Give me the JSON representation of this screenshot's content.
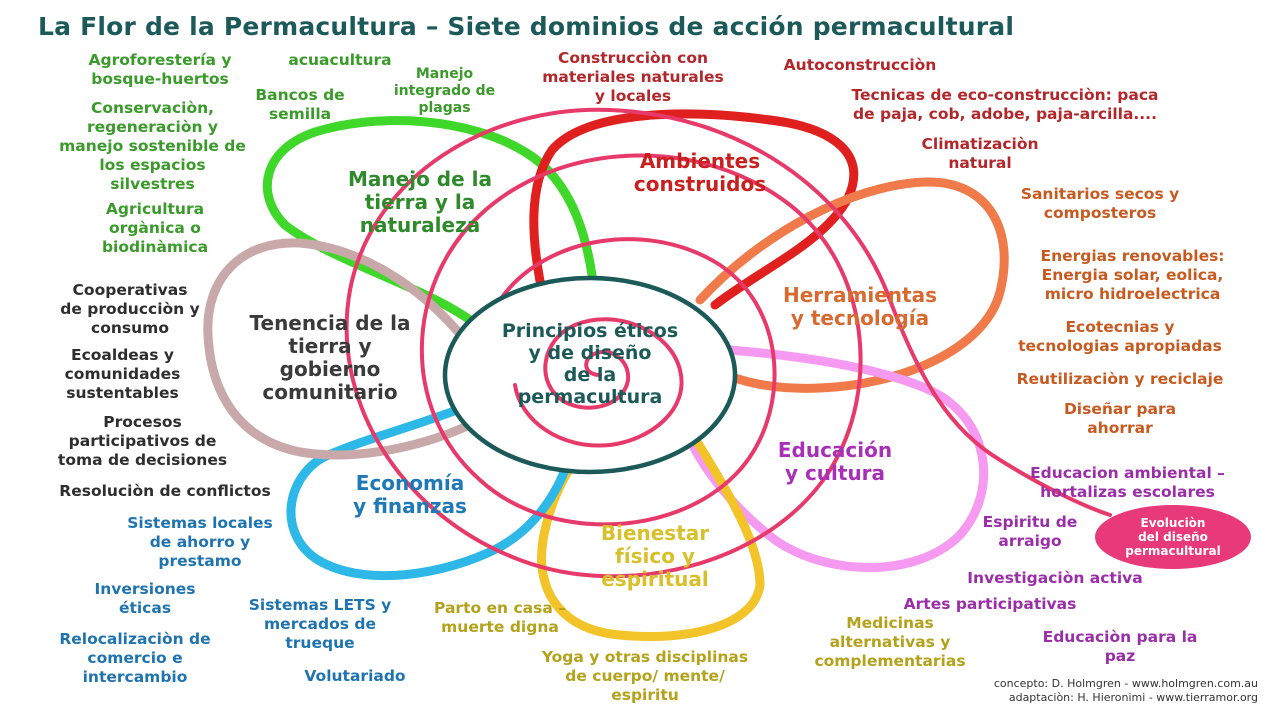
{
  "title": "La Flor de la Permacultura – Siete dominios de acción permacultural",
  "colors": {
    "land": "#3fd82a",
    "built": "#e0201e",
    "tools": "#f07a4a",
    "education": "#f59af0",
    "health": "#f3c42a",
    "economy": "#2db8e8",
    "tenure": "#c8a8a8",
    "spiral": "#e83a6a",
    "center": "#1c5a5a"
  },
  "center": {
    "text": "Principios éticos\ny de diseño\nde la\npermacultura"
  },
  "domains": {
    "land": "Manejo de la\ntierra y la\nnaturaleza",
    "built": "Ambientes\nconstruidos",
    "tools": "Herramientas\ny tecnología",
    "education": "Educación\ny cultura",
    "health": "Bienestar\nfísico y\nespiritual",
    "economy": "Economía\ny finanzas",
    "tenure": "Tenencia de la\ntierra y\ngobierno\ncomunitario"
  },
  "items": {
    "land": [
      "Agroforestería y\nbosque-huertos",
      "acuacultura",
      "Manejo\nintegrado de\nplagas",
      "Bancos de\nsemilla",
      "Conservaciòn,\nregeneraciòn y\nmanejo sostenible de\nlos espacios\nsilvestres",
      "Agricultura\norgànica o\nbiodinàmica"
    ],
    "built": [
      "Construcciòn con\nmateriales naturales\ny locales",
      "Autoconstrucciòn",
      "Tecnicas de eco-construcciòn: paca\nde paja, cob, adobe, paja-arcilla....",
      "Climatizaciòn\nnatural"
    ],
    "tools": [
      "Sanitarios secos y\ncomposteros",
      "Energias renovables:\nEnergia solar, eolica,\nmicro hidroelectrica",
      "Ecotecnias y\ntecnologias apropiadas",
      "Reutilizaciòn y reciclaje",
      "Diseñar para\nahorrar"
    ],
    "education": [
      "Educacion ambiental –\nhortalizas escolares",
      "Espiritu de\narraigo",
      "Investigaciòn activa",
      "Artes participativas",
      "Educaciòn para la\npaz"
    ],
    "health": [
      "Parto en casa –\nmuerte digna",
      "Medicinas\nalternativas y\ncomplementarias",
      "Yoga y otras disciplinas\nde cuerpo/ mente/\nespiritu"
    ],
    "economy": [
      "Sistemas locales\nde ahorro y\nprestamo",
      "Inversiones\néticas",
      "Sistemas LETS y\nmercados de\ntrueque",
      "Relocalizaciòn de\ncomercio e\nintercambio",
      "Volutariado"
    ],
    "tenure": [
      "Cooperativas\nde producciòn y\nconsumo",
      "Ecoaldeas y\ncomunidades\nsustentables",
      "Procesos\nparticipativos de\ntoma de decisiones",
      "Resoluciòn de conflictos"
    ]
  },
  "evolution_badge": "Evoluciòn\ndel diseño\npermacultural",
  "credits": "concepto: D. Holmgren - www.holmgren.com.au\nadaptaciòn: H. Hieronimi - www.tierramor.org"
}
